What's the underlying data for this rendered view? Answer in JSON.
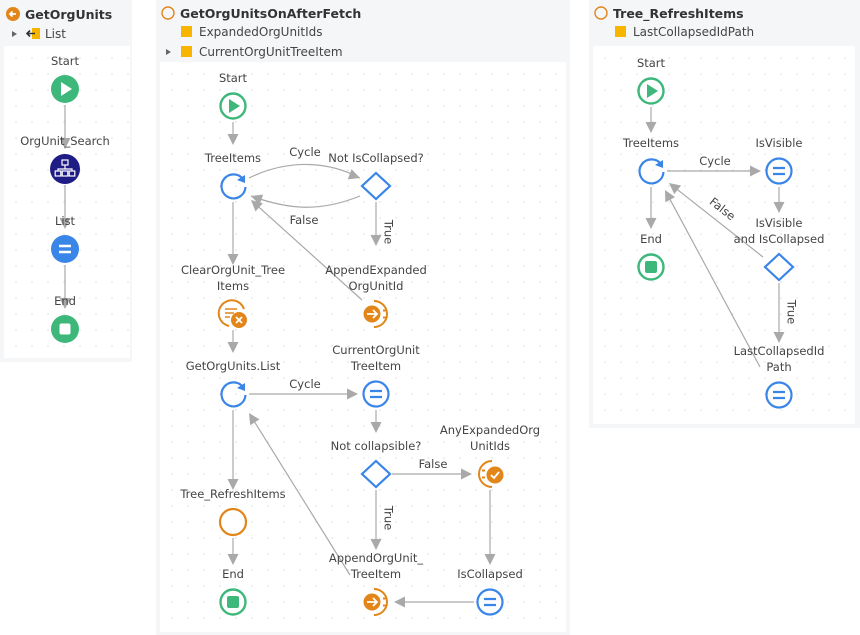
{
  "flows": [
    {
      "id": "getorgunits",
      "title": "GetOrgUnits",
      "title_icon": "server-action-icon",
      "variables": [
        {
          "label": "List",
          "icon": "output-parameter-icon",
          "expandable": true
        }
      ],
      "nodes": [
        {
          "id": "start",
          "type": "start",
          "label": "Start"
        },
        {
          "id": "search",
          "type": "aggregate",
          "label": "OrgUnit_Search"
        },
        {
          "id": "list",
          "type": "assign",
          "label": "List"
        },
        {
          "id": "end",
          "type": "end",
          "label": "End"
        }
      ],
      "edges": [
        {
          "from": "start",
          "to": "search",
          "label": ""
        },
        {
          "from": "search",
          "to": "list",
          "label": ""
        },
        {
          "from": "list",
          "to": "end",
          "label": ""
        }
      ]
    },
    {
      "id": "afterfetch",
      "title": "GetOrgUnitsOnAfterFetch",
      "title_icon": "client-action-icon",
      "variables": [
        {
          "label": "ExpandedOrgUnitIds",
          "icon": "local-variable-icon",
          "expandable": false
        },
        {
          "label": "CurrentOrgUnitTreeItem",
          "icon": "local-variable-icon",
          "expandable": true
        }
      ],
      "nodes": [
        {
          "id": "start",
          "type": "start",
          "label": "Start"
        },
        {
          "id": "treeitems",
          "type": "foreach",
          "label": "TreeItems"
        },
        {
          "id": "notcollapsed",
          "type": "if",
          "label": "Not IsCollapsed?"
        },
        {
          "id": "appendexpanded",
          "type": "append",
          "label": "AppendExpanded OrgUnitId"
        },
        {
          "id": "clear",
          "type": "clear",
          "label": "ClearOrgUnit_Tree Items"
        },
        {
          "id": "getlist",
          "type": "foreach",
          "label": "GetOrgUnits.List"
        },
        {
          "id": "current",
          "type": "assign",
          "label": "CurrentOrgUnit TreeItem"
        },
        {
          "id": "notcollapsible",
          "type": "if",
          "label": "Not collapsible?"
        },
        {
          "id": "anyexpanded",
          "type": "listany",
          "label": "AnyExpandedOrg UnitIds"
        },
        {
          "id": "refresh",
          "type": "action",
          "label": "Tree_RefreshItems"
        },
        {
          "id": "appendtree",
          "type": "append",
          "label": "AppendOrgUnit_ TreeItem"
        },
        {
          "id": "iscollapsed",
          "type": "assign",
          "label": "IsCollapsed"
        },
        {
          "id": "end",
          "type": "end",
          "label": "End"
        }
      ],
      "edges": [
        {
          "from": "start",
          "to": "treeitems",
          "label": ""
        },
        {
          "from": "treeitems",
          "to": "notcollapsed",
          "label": "Cycle"
        },
        {
          "from": "notcollapsed",
          "to": "treeitems",
          "label": "False"
        },
        {
          "from": "notcollapsed",
          "to": "appendexpanded",
          "label": "True"
        },
        {
          "from": "appendexpanded",
          "to": "treeitems",
          "label": ""
        },
        {
          "from": "treeitems",
          "to": "clear",
          "label": ""
        },
        {
          "from": "clear",
          "to": "getlist",
          "label": ""
        },
        {
          "from": "getlist",
          "to": "current",
          "label": "Cycle"
        },
        {
          "from": "current",
          "to": "notcollapsible",
          "label": ""
        },
        {
          "from": "notcollapsible",
          "to": "anyexpanded",
          "label": "False"
        },
        {
          "from": "notcollapsible",
          "to": "appendtree",
          "label": "True"
        },
        {
          "from": "anyexpanded",
          "to": "iscollapsed",
          "label": ""
        },
        {
          "from": "iscollapsed",
          "to": "appendtree",
          "label": ""
        },
        {
          "from": "appendtree",
          "to": "getlist",
          "label": ""
        },
        {
          "from": "getlist",
          "to": "refresh",
          "label": ""
        },
        {
          "from": "refresh",
          "to": "end",
          "label": ""
        }
      ]
    },
    {
      "id": "refresh",
      "title": "Tree_RefreshItems",
      "title_icon": "client-action-icon",
      "variables": [
        {
          "label": "LastCollapsedIdPath",
          "icon": "input-parameter-icon",
          "expandable": false
        }
      ],
      "nodes": [
        {
          "id": "start",
          "type": "start",
          "label": "Start"
        },
        {
          "id": "treeitems",
          "type": "foreach",
          "label": "TreeItems"
        },
        {
          "id": "isvisible",
          "type": "assign",
          "label": "IsVisible"
        },
        {
          "id": "cond",
          "type": "if",
          "label": "IsVisible and IsCollapsed"
        },
        {
          "id": "end",
          "type": "end",
          "label": "End"
        },
        {
          "id": "lastpath",
          "type": "assign",
          "label": "LastCollapsedId Path"
        }
      ],
      "edges": [
        {
          "from": "start",
          "to": "treeitems",
          "label": ""
        },
        {
          "from": "treeitems",
          "to": "isvisible",
          "label": "Cycle"
        },
        {
          "from": "isvisible",
          "to": "cond",
          "label": ""
        },
        {
          "from": "cond",
          "to": "treeitems",
          "label": "False"
        },
        {
          "from": "cond",
          "to": "lastpath",
          "label": "True"
        },
        {
          "from": "lastpath",
          "to": "treeitems",
          "label": ""
        },
        {
          "from": "treeitems",
          "to": "end",
          "label": ""
        }
      ]
    }
  ],
  "colors": {
    "start": "#3db87a",
    "end": "#3db87a",
    "assign": "#3a85e8",
    "aggregate": "#1f1c86",
    "orange": "#e2861a",
    "variable": "#f7b500",
    "edge": "#a9a9a9"
  }
}
